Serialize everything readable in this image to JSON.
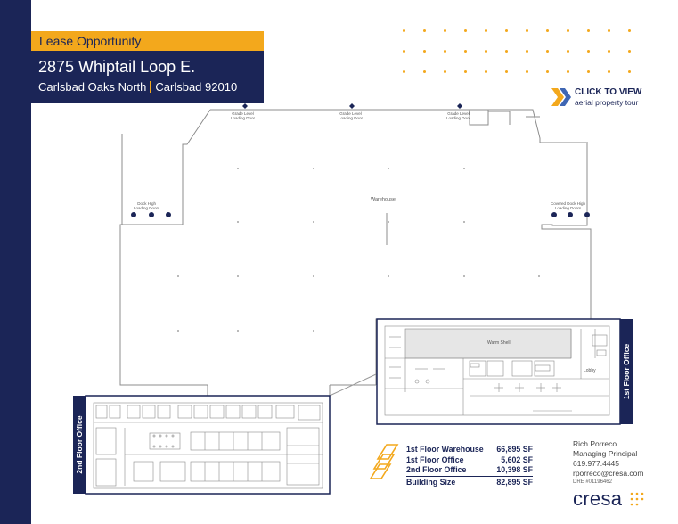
{
  "header": {
    "banner": "Lease Opportunity",
    "address": "2875 Whiptail Loop E.",
    "park": "Carlsbad Oaks North",
    "city": "Carlsbad 92010"
  },
  "tour": {
    "title": "CLICK TO VIEW",
    "subtitle": "aerial property tour"
  },
  "plan": {
    "grade_door_label_1": "Grade Level",
    "grade_door_label_2": "Loading Door",
    "dock_left_1": "Dock High",
    "dock_left_2": "Loading Doors",
    "dock_right_1": "Covered Dock High",
    "dock_right_2": "Loading Doors",
    "warehouse": "Warehouse",
    "warm_shell": "Warm Shell",
    "lobby": "Lobby"
  },
  "tabs": {
    "first_floor": "1st Floor Office",
    "second_floor": "2nd Floor Office"
  },
  "areas": {
    "rows": [
      {
        "label": "1st Floor Warehouse",
        "value": "66,895 SF"
      },
      {
        "label": "1st Floor Office",
        "value": "5,602 SF"
      },
      {
        "label": "2nd Floor Office",
        "value": "10,398 SF"
      }
    ],
    "total_label": "Building Size",
    "total_value": "82,895 SF"
  },
  "contact": {
    "name": "Rich Porreco",
    "title": "Managing Principal",
    "phone": "619.977.4445",
    "email": "rporreco@cresa.com",
    "dre": "DRE #01196462"
  },
  "brand": "cresa",
  "colors": {
    "navy": "#1b2557",
    "gold": "#f3a81c",
    "line": "#9a9a9a"
  }
}
